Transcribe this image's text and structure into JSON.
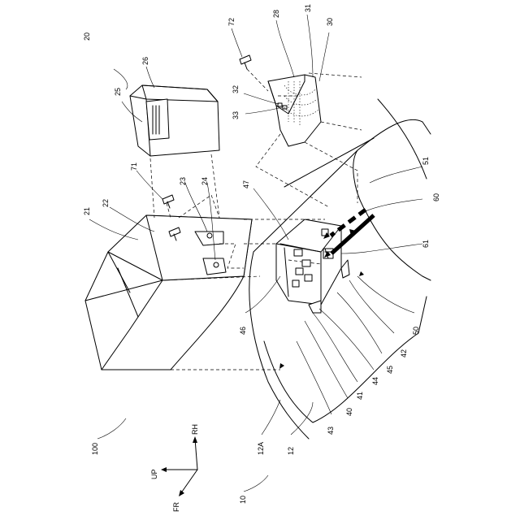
{
  "labels": {
    "l20": "20",
    "l26": "26",
    "l25": "25",
    "l72": "72",
    "l28": "28",
    "l31": "31",
    "l30": "30",
    "l32": "32",
    "l33": "33",
    "l71": "71",
    "l23": "23",
    "l24": "24",
    "l21": "21",
    "l22": "22",
    "l47": "47",
    "l51": "51",
    "l60": "60",
    "l61": "61",
    "l46": "46",
    "l50": "50",
    "l42": "42",
    "l45": "45",
    "l44": "44",
    "l41": "41",
    "l40": "40",
    "l43": "43",
    "l12": "12",
    "l12A": "12A",
    "l100": "100",
    "l10": "10",
    "rh": "RH",
    "up": "UP",
    "fr": "FR"
  }
}
